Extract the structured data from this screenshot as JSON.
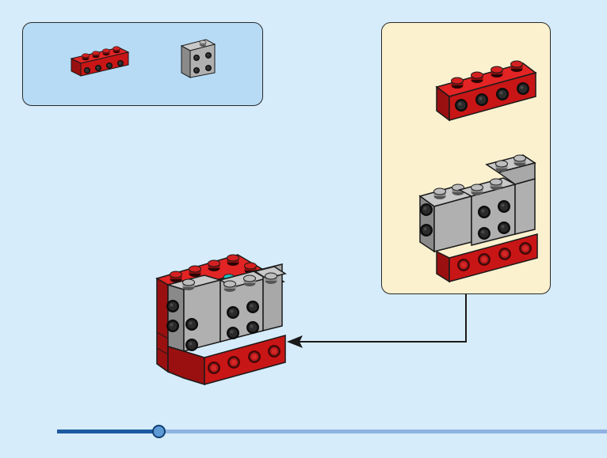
{
  "parts_panel": {
    "items": [
      {
        "name": "red-brick-1x4-with-side-studs",
        "color": "#cc1a1a"
      },
      {
        "name": "gray-brick-1x2-with-side-studs",
        "color": "#a9a9a9"
      }
    ]
  },
  "sub_assembly": {
    "pieces": [
      "red-brick-1x4",
      "gray-brick-assembly"
    ]
  },
  "main_model": {
    "colors": {
      "red": "#cc1a1a",
      "gray": "#a9a9a9",
      "teal": "#1aa6a6"
    }
  },
  "progress": {
    "fraction": 0.185
  },
  "colors": {
    "background": "#d6ecfa",
    "parts_panel": "#b7dbf5",
    "sub_panel": "#fbf1cf",
    "progress_fill": "#1b5aa0",
    "progress_track": "#8fb2e0"
  }
}
